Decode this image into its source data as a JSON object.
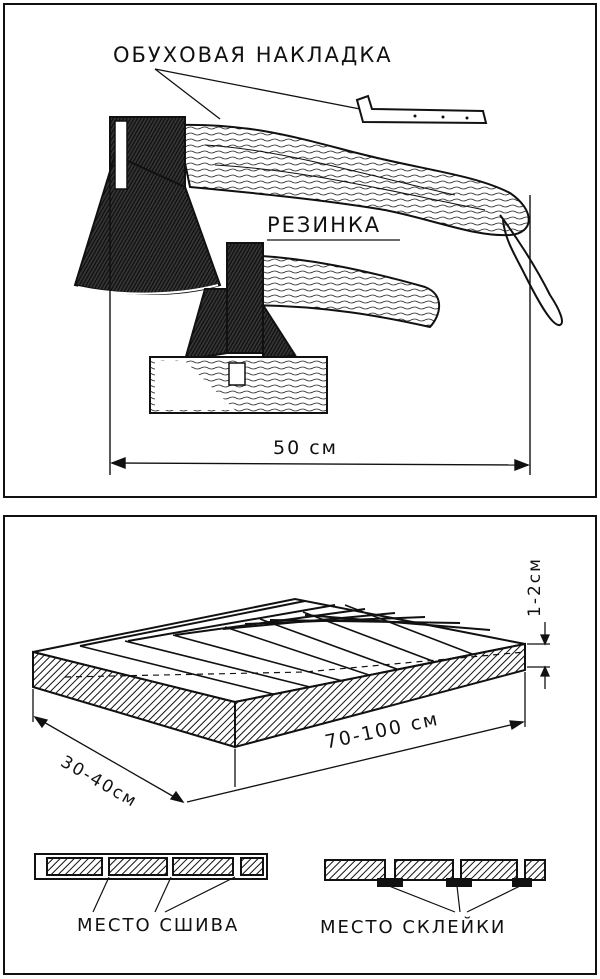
{
  "top_panel": {
    "label_butt_plate": "Обуховая накладка",
    "label_rubber": "Резинка",
    "dimension_length": "50 см"
  },
  "bottom_panel": {
    "dimension_thickness": "1-2см",
    "dimension_width": "30-40см",
    "dimension_length": "70-100 см",
    "label_stitch_place": "место сшива",
    "label_glue_place": "место склейки"
  }
}
